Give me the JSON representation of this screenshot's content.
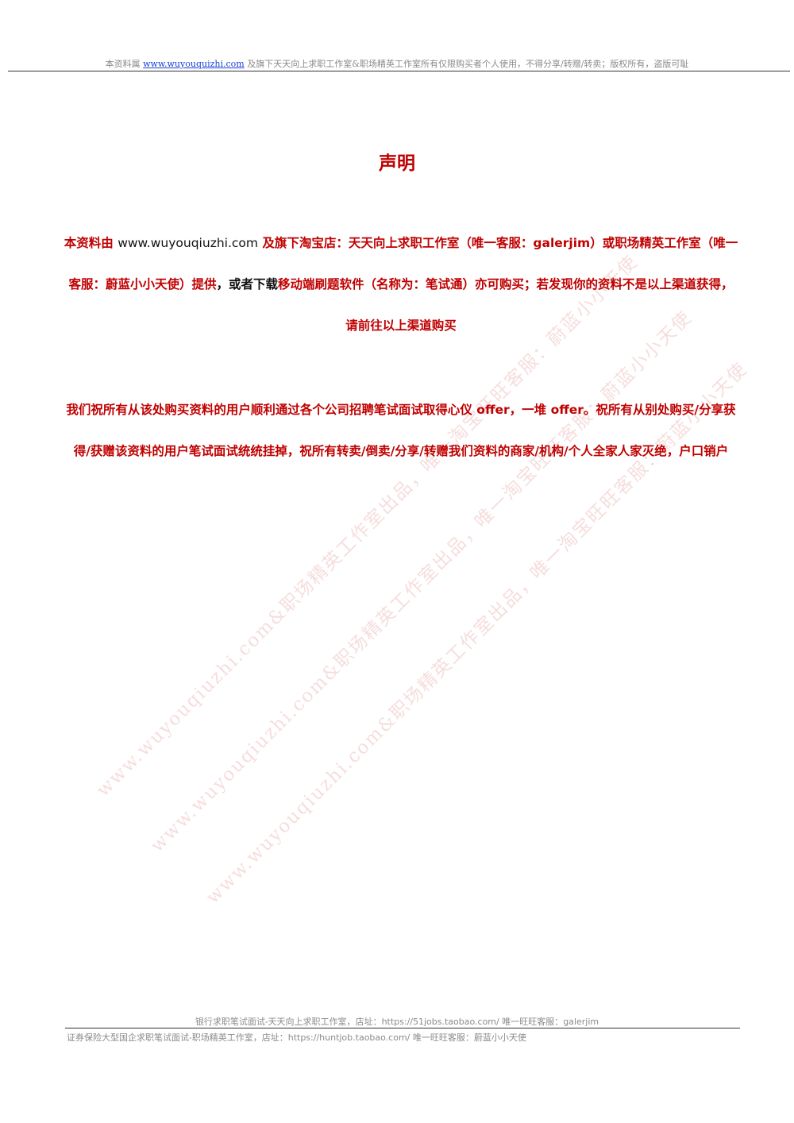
{
  "header": {
    "prefix": "本资料属 ",
    "link": "www.wuyouquizhi.com",
    "suffix": " 及旗下天天向上求职工作室&职场精英工作室所有仅限购买者个人使用，不得分享/转赠/转卖；版权所有，盗版可耻"
  },
  "title": "声明",
  "notice": {
    "p1_a": "本资料由 ",
    "p1_url": "www.wuyouqiuzhi.com",
    "p1_b": " 及旗下淘宝店：天天向上求职工作室（唯一客服：galerjim）或职场精英工作室（唯一客服：蔚蓝小小天使）提供",
    "p1_c": "，或者下载",
    "p1_d": "移动端刷题软件（名称为：笔试通）亦可购买；若发现你的资料不是以上渠道获得，请前往以上渠道购买",
    "p2": "我们祝所有从该处购买资料的用户顺利通过各个公司招聘笔试面试取得心仪 offer，一堆 offer。祝所有从别处购买/分享获得/获赠该资料的用户笔试面试统统挂掉，祝所有转卖/倒卖/分享/转赠我们资料的商家/机构/个人全家人家灭绝，户口销户"
  },
  "watermarks": [
    "www.wuyouqiuzhi.com&职场精英工作室出品，唯一淘宝旺旺客服：蔚蓝小小天使",
    "www.wuyouqiuzhi.com&职场精英工作室出品，唯一淘宝旺旺客服：蔚蓝小小天使",
    "www.wuyouqiuzhi.com&职场精英工作室出品，唯一淘宝旺旺客服：蔚蓝小小天使"
  ],
  "footer": {
    "line1_a": "银行求职笔试面试-天天向上求职工作室，店址：",
    "line1_url": "https://51jobs.taobao.com/",
    "line1_b": " 唯一旺旺客服：",
    "line1_id": "galerjim",
    "line2_a": "证券保险大型国企求职笔试面试-职场精英工作室，店址：",
    "line2_url": "https://huntjob.taobao.com/",
    "line2_b": " 唯一旺旺客服：蔚蓝小小天使"
  }
}
